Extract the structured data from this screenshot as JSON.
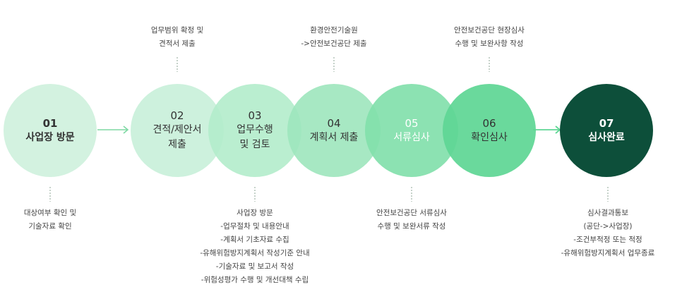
{
  "colors": {
    "step_fill": [
      "#d3f2e0",
      "#c8f0d9",
      "#b3eccb",
      "#9de6bd",
      "#82e0ab",
      "#5fd694",
      "#0d4f3a"
    ],
    "step_text": [
      "#222222",
      "#222222",
      "#222222",
      "#222222",
      "#ffffff",
      "#222222",
      "#ffffff"
    ],
    "arrow": "#7fd9a4"
  },
  "steps": [
    {
      "num": "01",
      "label": "사업장 방문",
      "bold": true
    },
    {
      "num": "02",
      "label": "견적/제안서\n제출",
      "bold": false
    },
    {
      "num": "03",
      "label": "업무수행\n및 검토",
      "bold": false
    },
    {
      "num": "04",
      "label": "계획서 제출",
      "bold": false
    },
    {
      "num": "05",
      "label": "서류심사",
      "bold": false
    },
    {
      "num": "06",
      "label": "확인심사",
      "bold": false
    },
    {
      "num": "07",
      "label": "심사완료",
      "bold": true
    }
  ],
  "notes_top": {
    "step02": [
      "업무범위 확정 및",
      "견적서 제출"
    ],
    "step04": [
      "환경안전기술원",
      "->안전보건공단 제출"
    ],
    "step06": [
      "안전보건공단 현장심사",
      "수행 및 보완사항 작성"
    ]
  },
  "notes_bottom": {
    "step01": [
      "대상여부 확인 및",
      "기술자료 확인"
    ],
    "step03": [
      "사업장 방문",
      "-업무절차 및 내용안내",
      "-계획서 기초자료 수집",
      "-유해위험방지계획서 작성기준 안내",
      "-기술자료 및 보고서 작성",
      "-위험성평가 수행 및 개선대책 수립"
    ],
    "step05": [
      "안전보건공단 서류심사",
      "수행 및 보완서류 작성"
    ],
    "step07": [
      "심사결과통보",
      "(공단->사업장)",
      "-조건부적정 또는 적정",
      "-유해위험방지계획서 업무종료"
    ]
  }
}
